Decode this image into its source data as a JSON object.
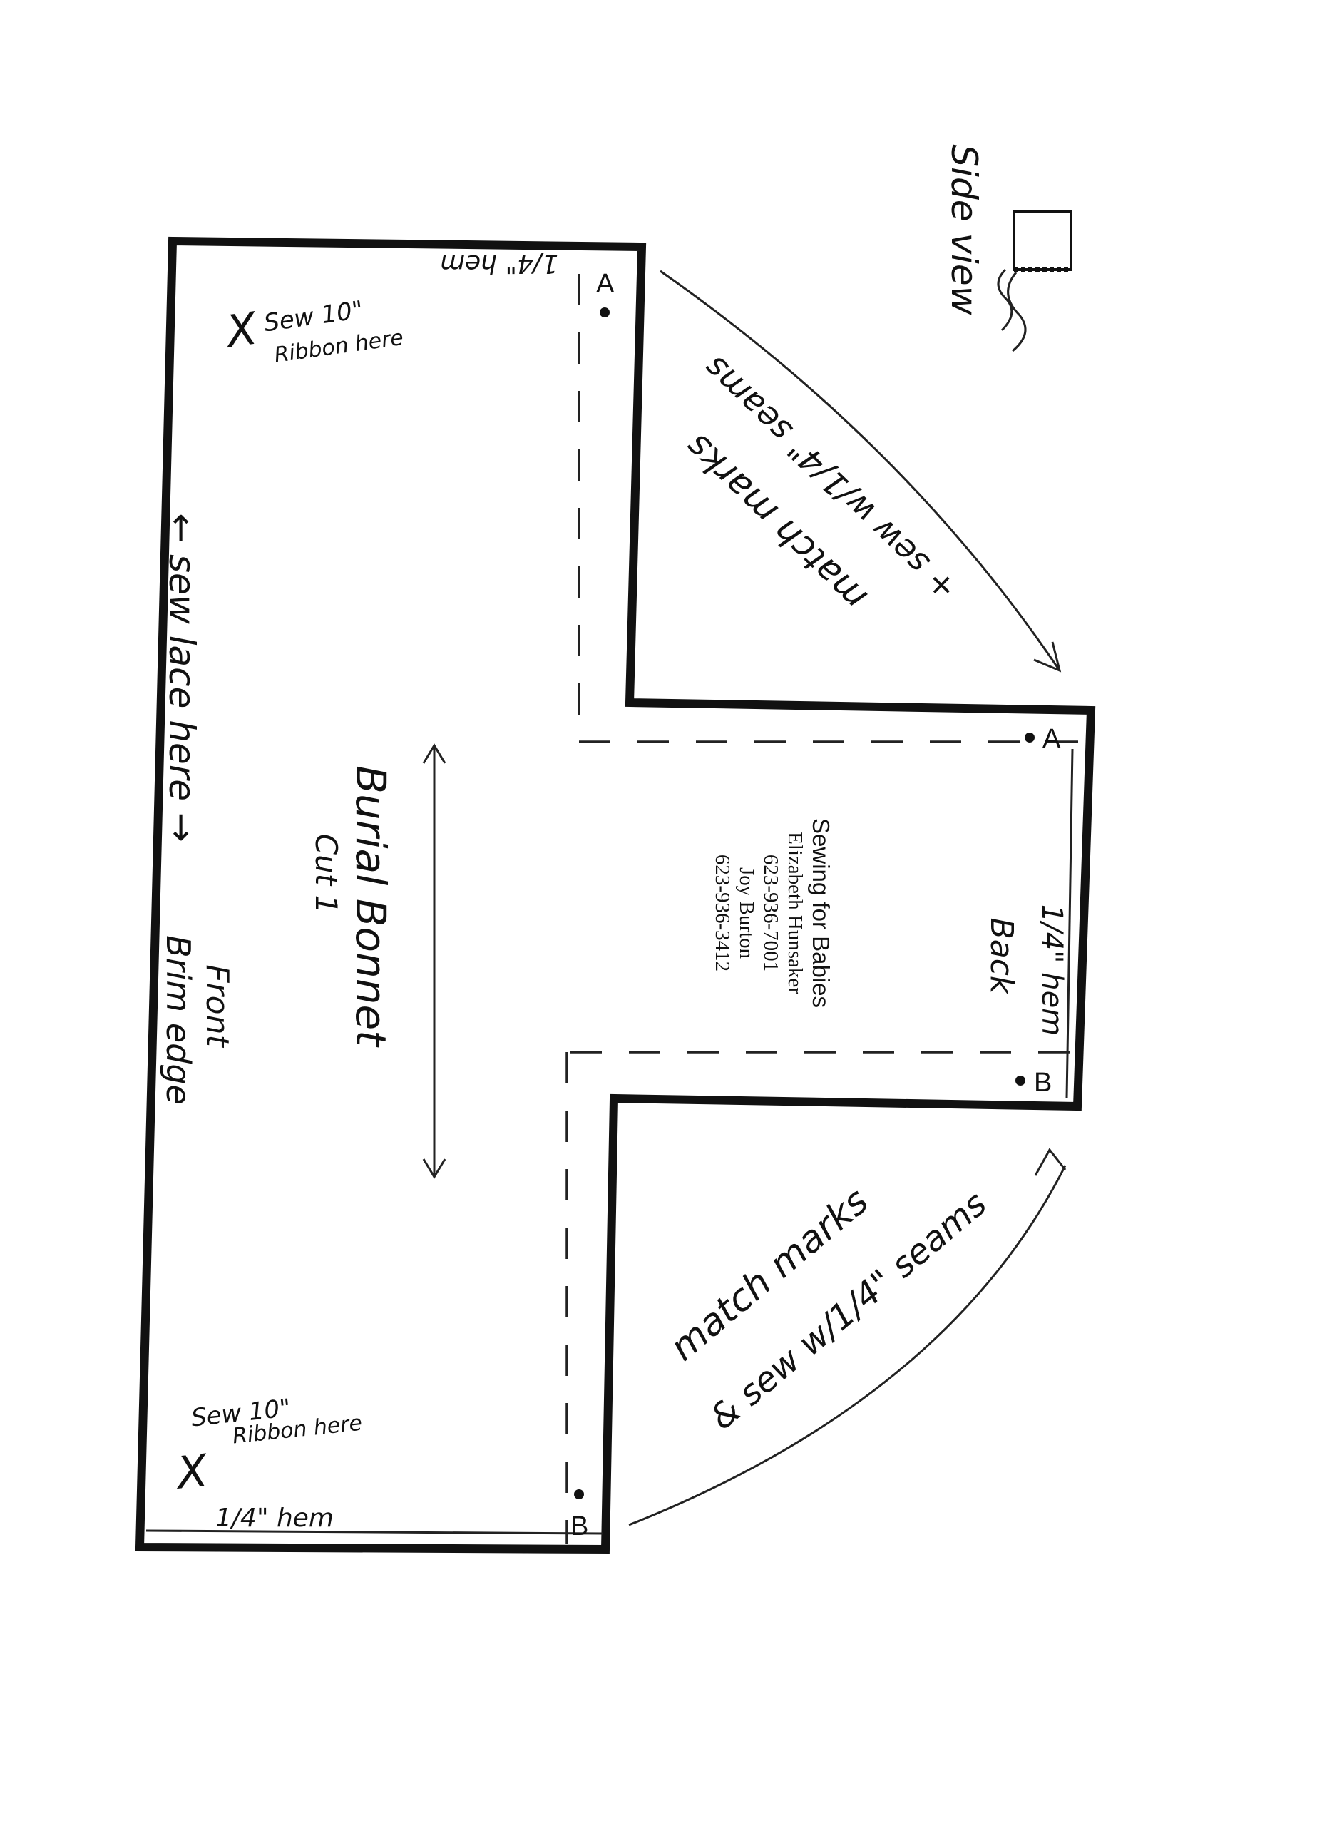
{
  "pattern": {
    "title": "Burial Bonnet",
    "cut": "Cut 1",
    "side_view_label": "Side view",
    "labels": {
      "lace": "← sew lace here →",
      "front": "Front",
      "brim_edge": "Brim edge",
      "back": "Back",
      "hem_back": "1/4\" hem",
      "hem_top": "1/4\" hem",
      "hem_bottom": "1/4\" hem",
      "ribbon_top_line1": "Sew 10\"",
      "ribbon_top_line2": "Ribbon here",
      "ribbon_bottom_line1": "Sew 10\"",
      "ribbon_bottom_line2": "Ribbon here",
      "x_mark": "X",
      "upper_match_line1": "match marks",
      "upper_match_line2": "+ sew w/1/4\" seams",
      "lower_match_line1": "match marks",
      "lower_match_line2": "& sew w/1/4\" seams"
    },
    "match_points": [
      "A",
      "A",
      "B",
      "B"
    ]
  },
  "credit": {
    "company": "Sewing for Babies",
    "contact1_name": "Elizabeth Hunsaker",
    "contact1_phone": "623-936-7001",
    "contact2_name": "Joy Burton",
    "contact2_phone": "623-936-3412"
  }
}
